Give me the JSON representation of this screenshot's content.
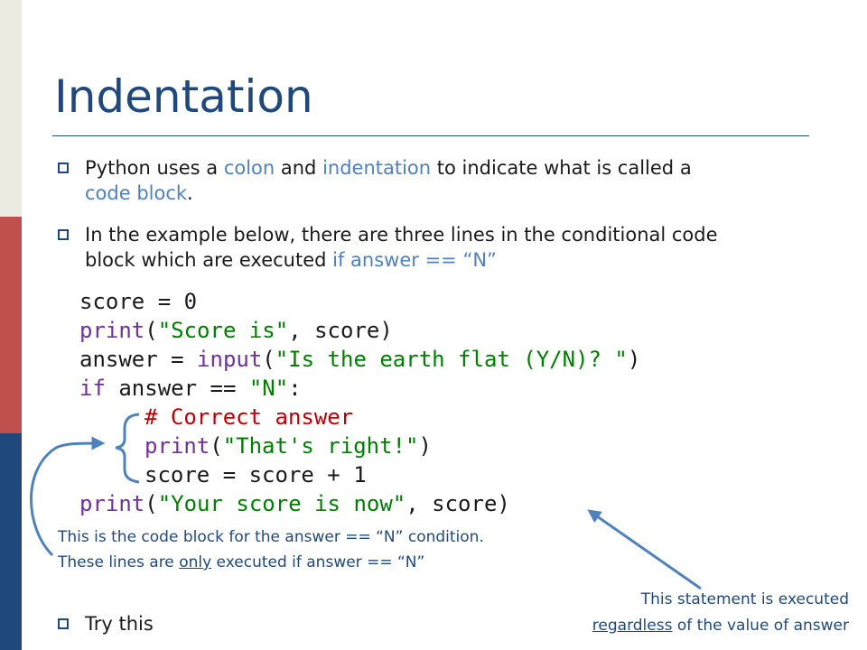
{
  "slide": {
    "title": "Indentation",
    "bullets": [
      {
        "parts": [
          "Python uses a ",
          "colon",
          " and ",
          "indentation",
          " to indicate what is called a",
          "code block",
          "."
        ]
      },
      {
        "parts": [
          "In the example below, there are three lines in the conditional code",
          "block which are executed ",
          "if answer == “N”"
        ]
      },
      {
        "parts": [
          "Try this"
        ]
      }
    ]
  },
  "code": {
    "line1": "score = 0",
    "line2": [
      "print",
      "(",
      "\"Score is\"",
      ", score)"
    ],
    "line3": [
      "answer = ",
      "input",
      "(",
      "\"Is the earth flat (Y/N)? \"",
      ")"
    ],
    "line4": [
      "if",
      " answer == ",
      "\"N\"",
      ":"
    ],
    "line5": "# Correct answer",
    "line6": [
      "print",
      "(",
      "\"That's right!\"",
      ")"
    ],
    "line7": "score = score + 1",
    "line8": [
      "print",
      "(",
      "\"Your score is now\"",
      ", score)"
    ]
  },
  "notes": {
    "left_line1": "This is the code block for the answer == “N” condition.",
    "left_line2": [
      "These lines are ",
      "only",
      " executed if answer == “N”"
    ],
    "right_line1": "This statement is executed",
    "right_line2": [
      "regardless",
      " of the value of answer"
    ]
  },
  "colors": {
    "title": "#1f497d",
    "highlight": "#4f81bd",
    "keyword": "#7030a0",
    "string": "#008000",
    "comment": "#c00000",
    "band_top": "#ecebe1",
    "band_mid": "#c0504d",
    "band_bot": "#1f497d",
    "annotation": "#4f81bd"
  },
  "icons": {
    "bullet": "hollow-square-bullet-icon",
    "arrow": "curved-arrow-icon"
  }
}
